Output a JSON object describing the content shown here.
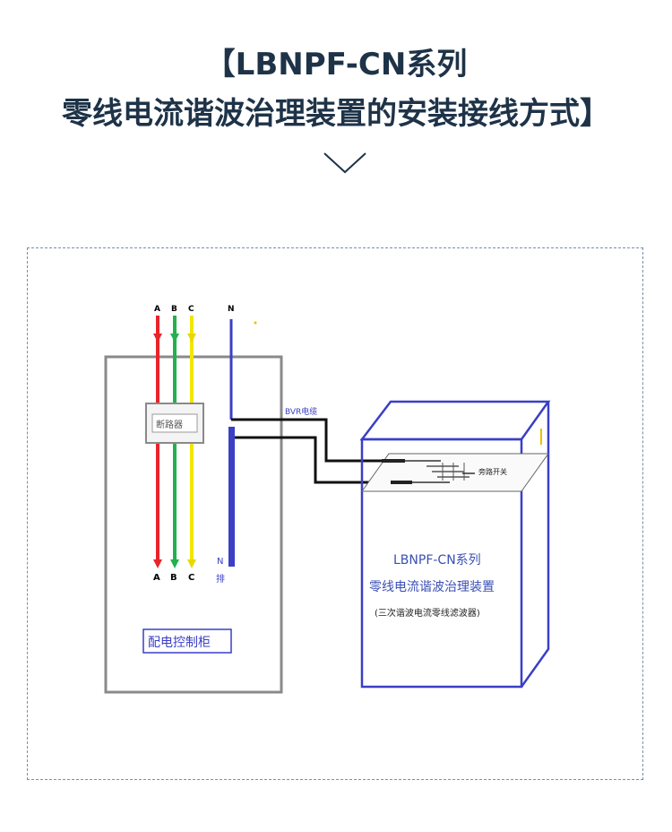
{
  "title": {
    "line1": "【LBNPF-CN系列",
    "line2": "零线电流谐波治理装置的安装接线方式】"
  },
  "diagram": {
    "phase_top": [
      "A",
      "B",
      "C"
    ],
    "phase_bottom": [
      "A",
      "B",
      "C"
    ],
    "neutral_top": "N",
    "neutral_bar": [
      "N",
      "排"
    ],
    "breaker": "断路器",
    "cabinet": "配电控制柜",
    "cable": "BVR电缆",
    "bypass_switch": "旁路开关",
    "device": {
      "model": "LBNPF-CN系列",
      "name": "零线电流谐波治理装置",
      "note": "(三次谐波电流零线滤波器)"
    },
    "colors": {
      "phase_a": "#e8242a",
      "phase_b": "#22b14c",
      "phase_c": "#f2e600",
      "neutral": "#3a3fc6",
      "cabinet_border": "#8a8a8a",
      "device_text": "#3b4fb3"
    }
  }
}
